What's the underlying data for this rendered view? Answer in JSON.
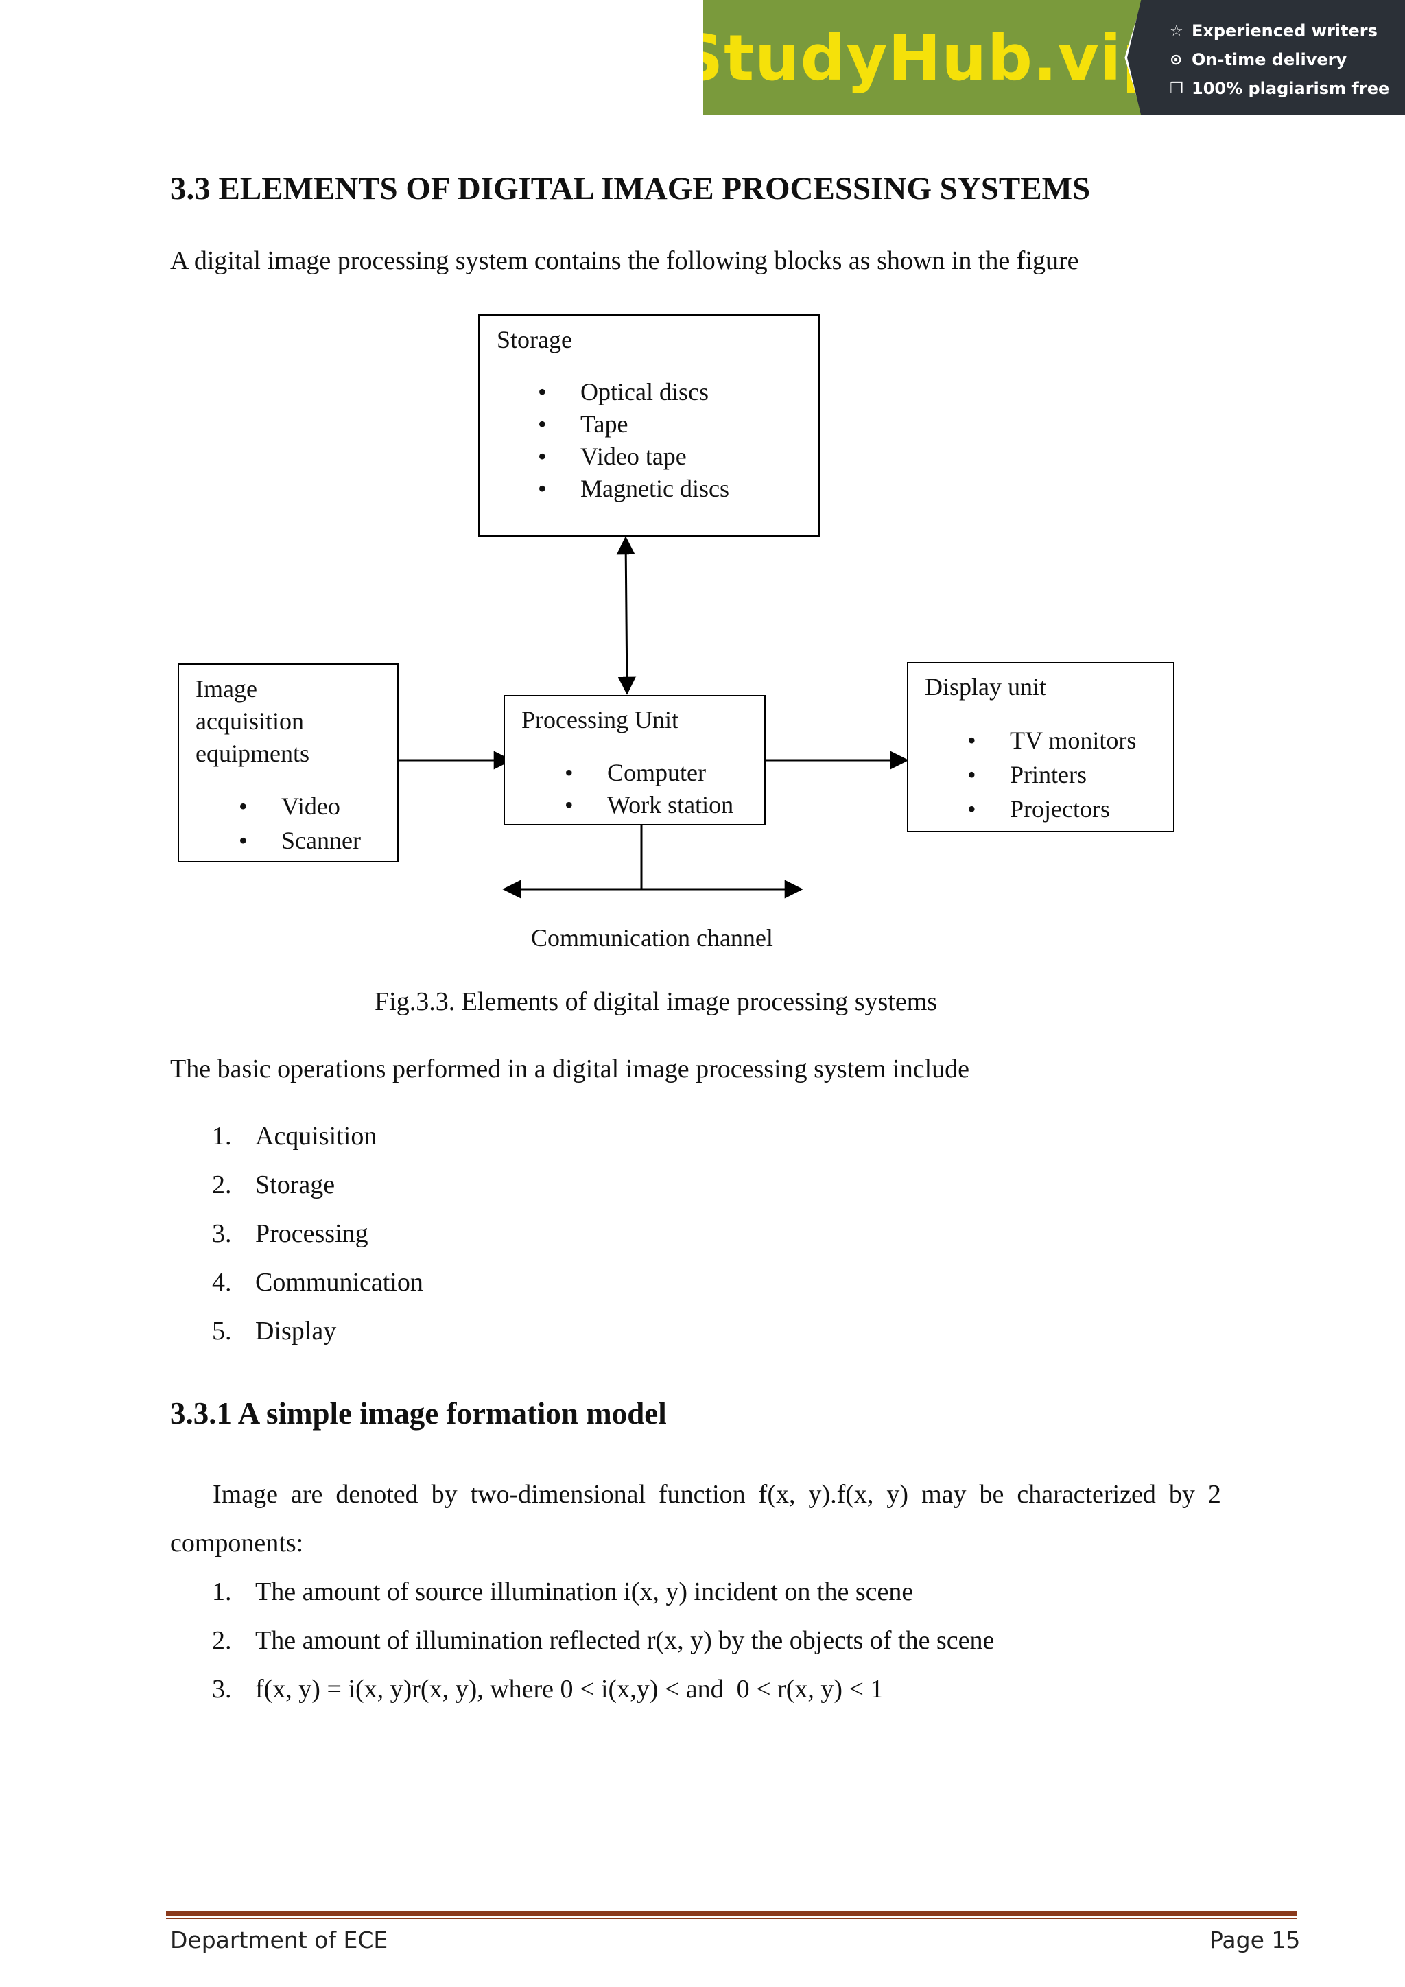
{
  "banner": {
    "logo_text": "StudyHub.vip",
    "features": [
      {
        "icon": "star-icon",
        "text": "Experienced writers"
      },
      {
        "icon": "clock-icon",
        "text": "On-time delivery"
      },
      {
        "icon": "copy-icon",
        "text": "100% plagiarism free"
      }
    ]
  },
  "section": {
    "heading": "3.3  ELEMENTS OF DIGITAL IMAGE PROCESSING SYSTEMS",
    "intro": "A digital image processing system contains the following blocks as shown in the figure"
  },
  "diagram": {
    "storage": {
      "title": "Storage",
      "items": [
        "Optical discs",
        "Tape",
        "Video tape",
        "Magnetic discs"
      ]
    },
    "acquisition": {
      "title_lines": [
        "Image",
        "acquisition",
        "equipments"
      ],
      "items": [
        "Video",
        "Scanner"
      ]
    },
    "processing": {
      "title": "Processing Unit",
      "items": [
        "Computer",
        "Work station"
      ]
    },
    "display": {
      "title": "Display unit",
      "items": [
        "TV monitors",
        "Printers",
        "Projectors"
      ]
    },
    "channel_label": "Communication channel",
    "bullet": "•"
  },
  "figure_caption": "Fig.3.3. Elements of digital image processing systems",
  "operations": {
    "intro": "The basic operations performed in a digital image processing system include",
    "items": [
      {
        "num": "1.",
        "text": "Acquisition"
      },
      {
        "num": "2.",
        "text": "Storage"
      },
      {
        "num": "3.",
        "text": "Processing"
      },
      {
        "num": "4.",
        "text": "Communication"
      },
      {
        "num": "5.",
        "text": "Display"
      }
    ]
  },
  "subsection": {
    "heading": "3.3.1 A simple image formation model",
    "para_line1": "Image  are  denoted  by  two-dimensional  function  f(x,  y).f(x,  y)  may  be  characterized  by  2",
    "para_line2": "components:",
    "items": [
      {
        "num": "1.",
        "text": "The amount of source illumination i(x, y) incident on the scene"
      },
      {
        "num": "2.",
        "text": "The amount of illumination reflected r(x, y) by the objects of the scene"
      },
      {
        "num": "3.",
        "text": "f(x, y) = i(x, y)r(x, y), where 0 < i(x,y) < and  0 < r(x, y) < 1"
      }
    ]
  },
  "footer": {
    "left": "Department of ECE",
    "right": "Page 15"
  }
}
